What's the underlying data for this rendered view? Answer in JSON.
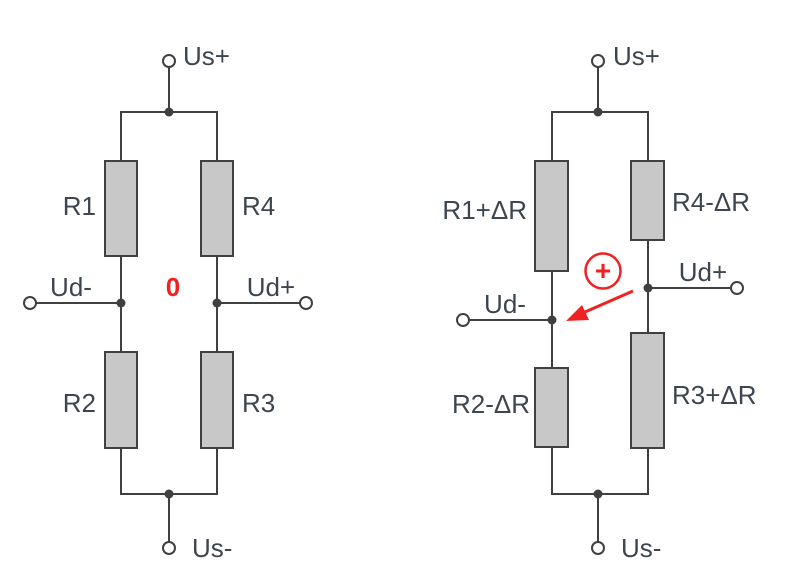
{
  "colors": {
    "background": "#ffffff",
    "wire": "#404040",
    "resistor_fill": "#c8c8c8",
    "resistor_border": "#404040",
    "text": "#3d4650",
    "annotation_red": "#ee2222"
  },
  "left_bridge": {
    "supply_top_label": "Us+",
    "supply_bottom_label": "Us-",
    "output_left_label": "Ud-",
    "output_right_label": "Ud+",
    "balance_indicator": "0",
    "resistors": {
      "top_left": "R1",
      "top_right": "R4",
      "bottom_left": "R2",
      "bottom_right": "R3"
    }
  },
  "right_bridge": {
    "supply_top_label": "Us+",
    "supply_bottom_label": "Us-",
    "output_left_label": "Ud-",
    "output_right_label": "Ud+",
    "polarity_annotation": "+",
    "resistors": {
      "top_left": "R1+ΔR",
      "top_right": "R4-ΔR",
      "bottom_left": "R2-ΔR",
      "bottom_right": "R3+ΔR"
    }
  }
}
